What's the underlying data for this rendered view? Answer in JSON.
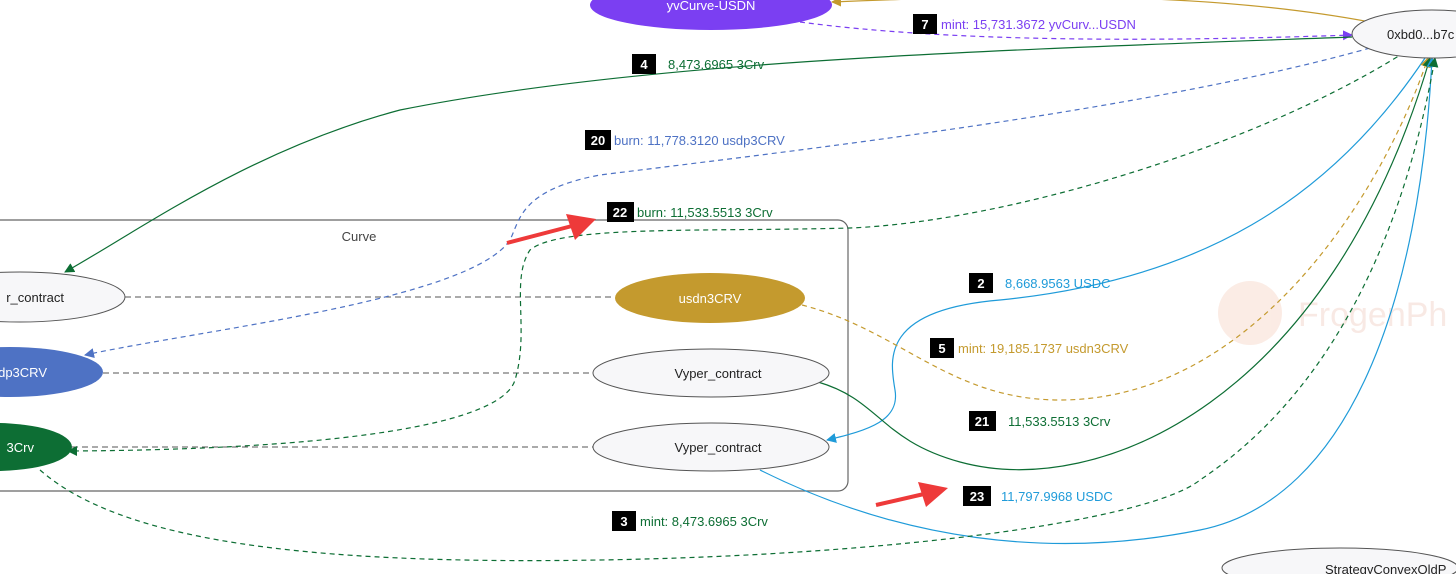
{
  "colors": {
    "purple": "#7b3ff2",
    "gold": "#c49a2e",
    "blue": "#4e72c4",
    "green": "#0d6e34",
    "cyan": "#1f9bd9",
    "grey": "#555555",
    "arrow_red": "#ee3a3a",
    "node_fill": "#f7f7f9"
  },
  "cluster": {
    "label": "Curve"
  },
  "nodes": {
    "yvcurve_usdn": "yvCurve-USDN",
    "addr": "0xbd0...b7c",
    "vyper_left": "r_contract",
    "usdn3crv": "usdn3CRV",
    "usdp3crv": "dp3CRV",
    "vyper_mid": "Vyper_contract",
    "crv3": "3Crv",
    "vyper_low": "Vyper_contract",
    "strategy": "StrategyConvexOldP"
  },
  "edges": [
    {
      "id": "e7",
      "num": "7",
      "label": "mint:  15,731.3672 yvCurv...USDN"
    },
    {
      "id": "e4",
      "num": "4",
      "label": "8,473.6965 3Crv"
    },
    {
      "id": "e20",
      "num": "20",
      "label": "burn:  11,778.3120 usdp3CRV"
    },
    {
      "id": "e22",
      "num": "22",
      "label": "burn:  11,533.5513 3Crv"
    },
    {
      "id": "e2",
      "num": "2",
      "label": "8,668.9563 USDC"
    },
    {
      "id": "e5",
      "num": "5",
      "label": "mint:  19,185.1737 usdn3CRV"
    },
    {
      "id": "e21",
      "num": "21",
      "label": "11,533.5513 3Crv"
    },
    {
      "id": "e23",
      "num": "23",
      "label": "11,797.9968 USDC"
    },
    {
      "id": "e3",
      "num": "3",
      "label": "mint:  8,473.6965 3Crv"
    }
  ],
  "watermark": "FrogenPh"
}
